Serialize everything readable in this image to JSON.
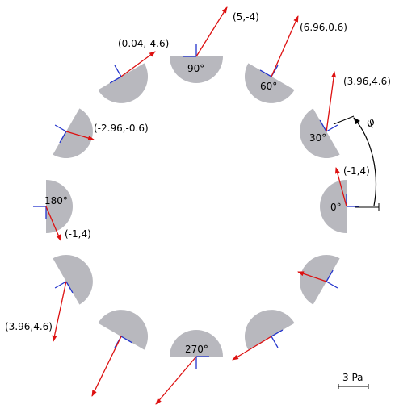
{
  "colors": {
    "sector_fill": "#b8b8be",
    "red_arrow": "#dd1111",
    "blue_axes": "#2233cc",
    "ink": "#000000"
  },
  "angle_labels": {
    "a0": "0°",
    "a30": "30°",
    "a60": "60°",
    "a90": "90°",
    "a180": "180°",
    "a270": "270°"
  },
  "vector_labels": {
    "v0": "(-1,4)",
    "v30": "(3.96,4.6)",
    "v60": "(6.96,0.6)",
    "v90": "(5,-4)",
    "v120": "(0.04,-4.6)",
    "v150": "(-2.96,-0.6)",
    "v180": "(-1,4)",
    "v210": "(3.96,4.6)"
  },
  "phi_symbol": "φ",
  "scale_label": "3 Pa"
}
